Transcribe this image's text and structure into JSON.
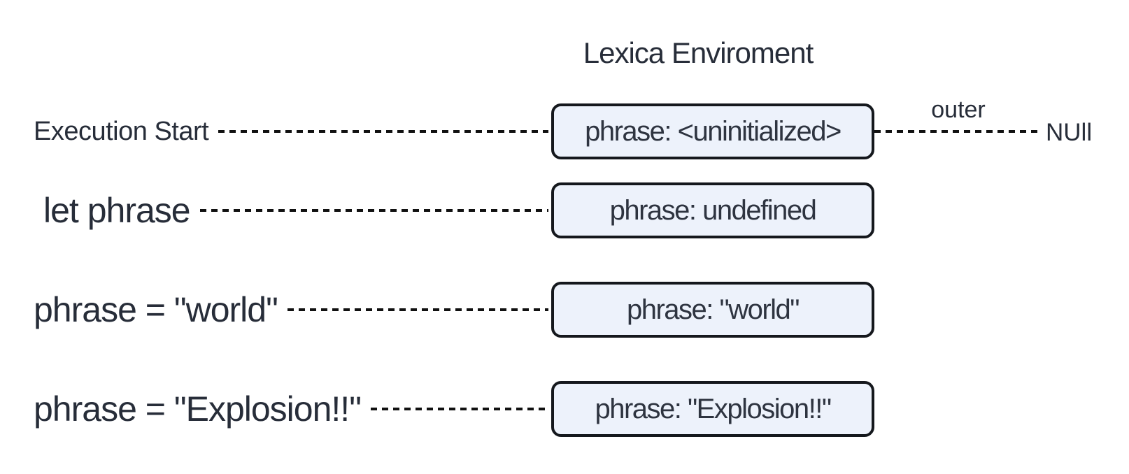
{
  "title": "Lexica Enviroment",
  "rows": [
    {
      "label": "Execution Start",
      "box": "phrase: <uninitialized>"
    },
    {
      "label": "let phrase",
      "box": "phrase: undefined"
    },
    {
      "label": "phrase = \"world\"",
      "box": "phrase: \"world\""
    },
    {
      "label": "phrase = \"Explosion!!\"",
      "box": "phrase: \"Explosion!!\""
    }
  ],
  "outer_reference": {
    "label": "outer",
    "target": "NUll"
  },
  "colors": {
    "background": "#ffffff",
    "box_fill": "#edf2fb",
    "box_border": "#15181d",
    "text": "#272d39",
    "dash": "#111111"
  }
}
